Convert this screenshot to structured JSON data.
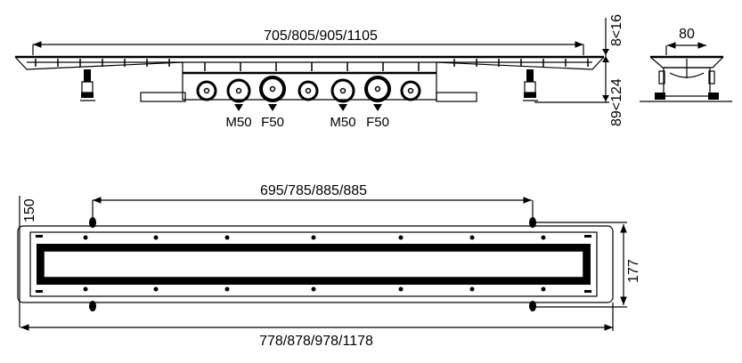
{
  "front_view": {
    "length_dim": "705/805/905/1105",
    "height_dim_top": "8<16",
    "height_dim_bottom": "89<124",
    "outlets": [
      {
        "label": "M50"
      },
      {
        "label": "F50"
      },
      {
        "label": "M50"
      },
      {
        "label": "F50"
      }
    ]
  },
  "side_view": {
    "width_dim": "80"
  },
  "top_view": {
    "feet_spacing_dim": "695/785/885/885",
    "inner_width_dim": "150",
    "outer_width_dim": "177",
    "outer_length_dim": "778/878/978/1178"
  }
}
